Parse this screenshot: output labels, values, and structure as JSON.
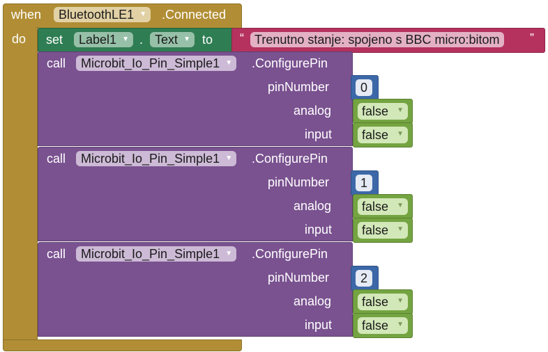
{
  "event": {
    "when_label": "when",
    "component": "BluetoothLE1",
    "event_name": ".Connected",
    "do_label": "do"
  },
  "set_block": {
    "set_label": "set",
    "component": "Label1",
    "dot": ".",
    "property": "Text",
    "to_label": "to",
    "open_quote": "“",
    "text_value": "Trenutno stanje: spojeno s BBC micro:bitom",
    "close_quote": "”"
  },
  "calls": [
    {
      "call_label": "call",
      "component": "Microbit_Io_Pin_Simple1",
      "method": ".ConfigurePin",
      "params": [
        {
          "label": "pinNumber",
          "value": "0"
        },
        {
          "label": "analog",
          "value": "false"
        },
        {
          "label": "input",
          "value": "false"
        }
      ]
    },
    {
      "call_label": "call",
      "component": "Microbit_Io_Pin_Simple1",
      "method": ".ConfigurePin",
      "params": [
        {
          "label": "pinNumber",
          "value": "1"
        },
        {
          "label": "analog",
          "value": "false"
        },
        {
          "label": "input",
          "value": "false"
        }
      ]
    },
    {
      "call_label": "call",
      "component": "Microbit_Io_Pin_Simple1",
      "method": ".ConfigurePin",
      "params": [
        {
          "label": "pinNumber",
          "value": "2"
        },
        {
          "label": "analog",
          "value": "false"
        },
        {
          "label": "input",
          "value": "false"
        }
      ]
    }
  ],
  "icons": {
    "dropdown": "chevron-down-icon"
  },
  "colors": {
    "event": "#b18e35",
    "setter": "#2f7d53",
    "text": "#b5325e",
    "call": "#7a5290",
    "number": "#3c68a8",
    "logic": "#74a441"
  }
}
